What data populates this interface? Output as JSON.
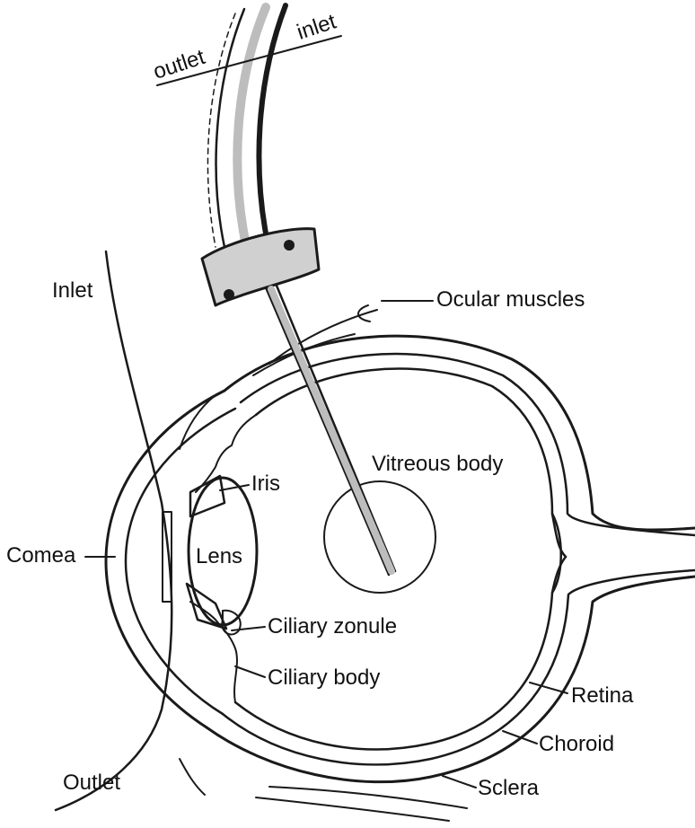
{
  "labels": {
    "catheter_outlet": "outlet",
    "catheter_inlet": "inlet",
    "inlet": "Inlet",
    "outlet": "Outlet",
    "ocular_muscles": "Ocular muscles",
    "vitreous_body": "Vitreous body",
    "iris": "Iris",
    "lens": "Lens",
    "cornea": "Comea",
    "ciliary_zonule": "Ciliary zonule",
    "ciliary_body": "Ciliary body",
    "retina": "Retina",
    "choroid": "Choroid",
    "sclera": "Sclera"
  },
  "colors": {
    "ink": "#1a1a1a",
    "background": "#ffffff",
    "probe_fill": "#bdbdbd"
  }
}
